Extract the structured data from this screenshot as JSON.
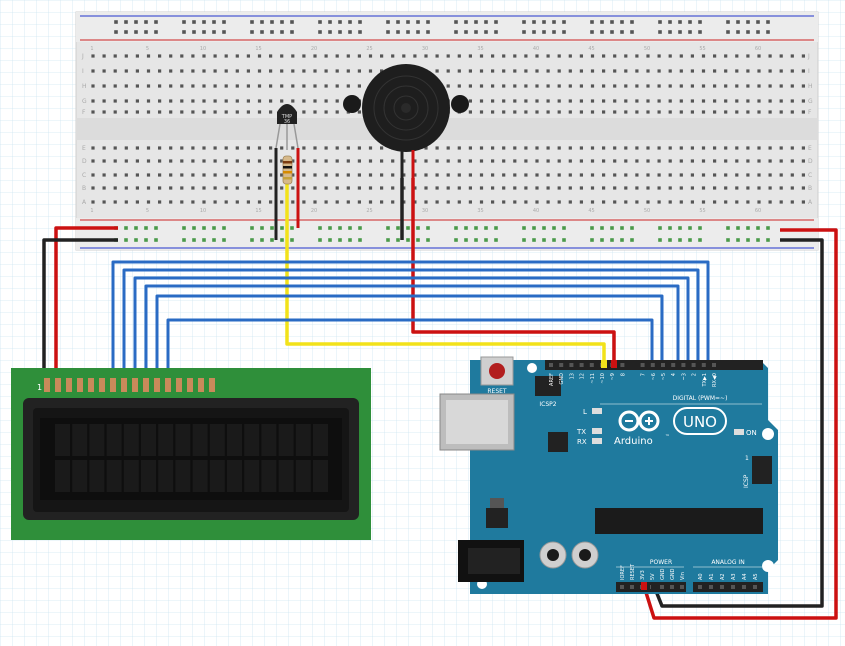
{
  "breadboard": {
    "row_letters_top": [
      "J",
      "I",
      "H",
      "G",
      "F"
    ],
    "row_letters_bottom": [
      "E",
      "D",
      "C",
      "B",
      "A"
    ],
    "column_numbers": [
      "1",
      "5",
      "10",
      "15",
      "20",
      "25",
      "30",
      "35",
      "40",
      "45",
      "50",
      "55",
      "60"
    ]
  },
  "sensor": {
    "label_line1": "TMP",
    "label_line2": "36"
  },
  "lcd": {
    "pin1_label": "1"
  },
  "arduino": {
    "reset_label": "RESET",
    "icsp2_label": "ICSP2",
    "icsp_label": "ICSP",
    "led_l": "L",
    "led_tx": "TX",
    "led_rx": "RX",
    "brand": "Arduino",
    "tm": "™",
    "model": "UNO",
    "on_label": "ON",
    "icsp_pin1": "1",
    "digital_label": "DIGITAL (PWM=~)",
    "power_label": "POWER",
    "analog_label": "ANALOG IN",
    "digital_pins": [
      "AREF",
      "GND",
      "13",
      "12",
      "~11",
      "~10",
      "~9",
      "8",
      "7",
      "~6",
      "~5",
      "4",
      "~3",
      "2",
      "TX▶1",
      "RX◀0"
    ],
    "power_pins": [
      "IOREF",
      "RESET",
      "3V3",
      "5V",
      "GND",
      "GND",
      "Vin"
    ],
    "analog_pins": [
      "A0",
      "A1",
      "A2",
      "A3",
      "A4",
      "A5"
    ]
  },
  "colors": {
    "wire_red": "#cc1111",
    "wire_black": "#222222",
    "wire_blue": "#2a6bc4",
    "wire_yellow": "#f2e21a",
    "board_teal": "#1f7a9e",
    "lcd_green": "#2f8f3a"
  }
}
